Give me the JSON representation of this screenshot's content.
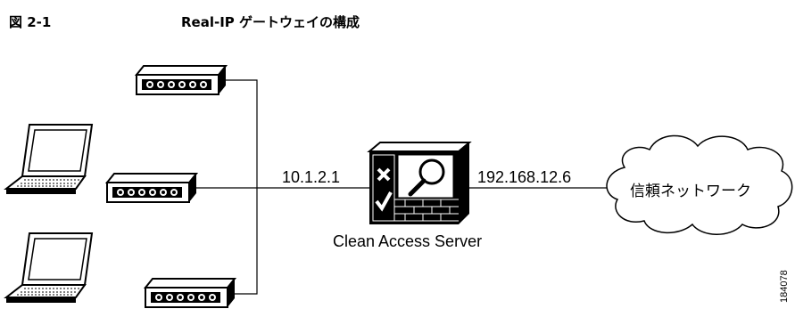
{
  "caption": {
    "number": "図 2-1",
    "title": "Real-IP ゲートウェイの構成"
  },
  "diagram": {
    "left_ip": "10.1.2.1",
    "right_ip": "192.168.12.6",
    "server_label": "Clean Access Server",
    "cloud_label": "信頼ネットワーク",
    "figure_id": "184078"
  }
}
